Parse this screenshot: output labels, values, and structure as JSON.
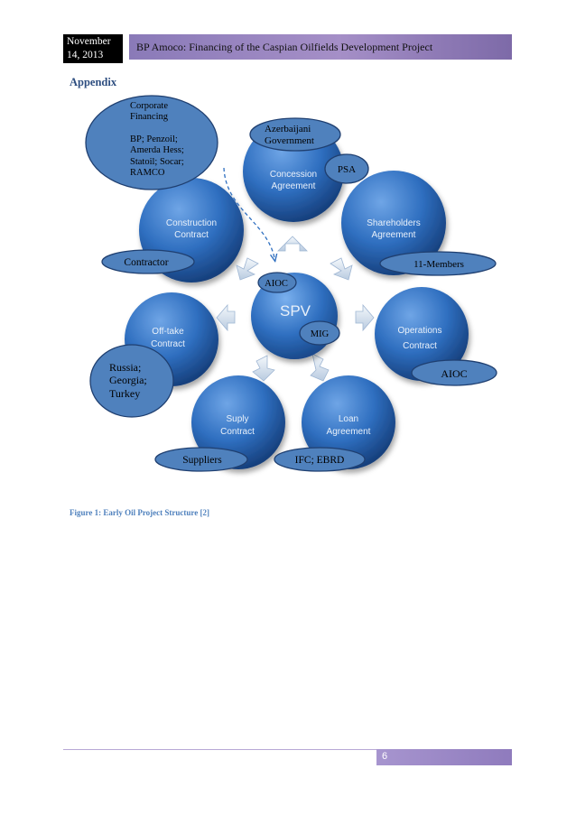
{
  "header": {
    "date_line1": "November",
    "date_line2": "14, 2013",
    "title": "BP Amoco:  Financing of the Caspian Oilfields Development Project"
  },
  "section": {
    "title": "Appendix"
  },
  "diagram": {
    "center": "SPV",
    "center_tags": {
      "aioc": "AIOC",
      "mig": "MIG"
    },
    "nodes": {
      "concession": {
        "line1": "Concession",
        "line2": "Agreement"
      },
      "shareholders": {
        "line1": "Shareholders",
        "line2": "Agreement"
      },
      "operations": {
        "line1": "Operations",
        "line2": "Contract"
      },
      "loan": {
        "line1": "Loan",
        "line2": "Agreement"
      },
      "supply": {
        "line1": "Suply",
        "line2": "Contract"
      },
      "offtake": {
        "line1": "Off-take",
        "line2": "Contract"
      },
      "construction": {
        "line1": "Construction",
        "line2": "Contract"
      }
    },
    "callouts": {
      "corporate_financing": {
        "line1": "Corporate",
        "line2": "Financing",
        "line3": "BP; Penzoil;",
        "line4": "Amerda Hess;",
        "line5": "Statoil; Socar;",
        "line6": "RAMCO"
      },
      "azerbaijani_government": {
        "line1": "Azerbaijani",
        "line2": "Government"
      },
      "psa": "PSA",
      "contractor": "Contractor",
      "members": "11-Members",
      "aioc_operations": "AIOC",
      "russia": {
        "line1": "Russia;",
        "line2": "Georgia;",
        "line3": "Turkey"
      },
      "suppliers": "Suppliers",
      "ifc_ebrd": "IFC; EBRD"
    }
  },
  "caption": "Figure 1: Early Oil Project Structure [2]",
  "footer": {
    "page_number": "6"
  }
}
